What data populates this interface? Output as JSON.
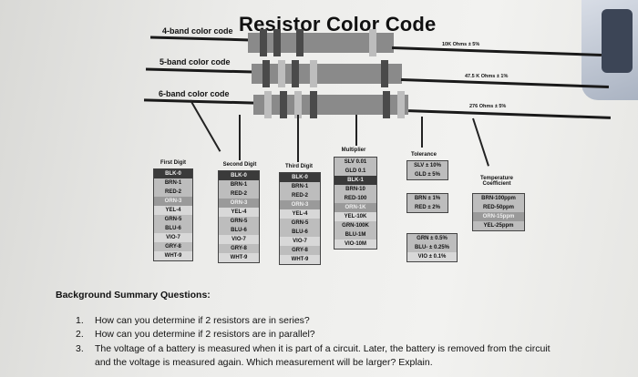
{
  "title": "Resistor Color Code",
  "rows": [
    {
      "label": "4-band color code",
      "value": "10K Ohms ± 5%"
    },
    {
      "label": "5-band color code",
      "value": "47.5 K Ohms ± 1%"
    },
    {
      "label": "6-band color code",
      "value": "276 Ohms ± 5%"
    }
  ],
  "columns": {
    "first_digit": {
      "header": "First Digit",
      "cells": [
        "BLK-0",
        "BRN-1",
        "RED-2",
        "ORN-3",
        "YEL-4",
        "GRN-5",
        "BLU-6",
        "VIO-7",
        "GRY-8",
        "WHT-9"
      ]
    },
    "second_digit": {
      "header": "Second Digit",
      "cells": [
        "BLK-0",
        "BRN-1",
        "RED-2",
        "ORN-3",
        "YEL-4",
        "GRN-5",
        "BLU-6",
        "VIO-7",
        "GRY-8",
        "WHT-9"
      ]
    },
    "third_digit": {
      "header": "Third Digit",
      "cells": [
        "BLK-0",
        "BRN-1",
        "RED-2",
        "ORN-3",
        "YEL-4",
        "GRN-5",
        "BLU-6",
        "VIO-7",
        "GRY-8",
        "WHT-9"
      ]
    },
    "multiplier": {
      "header": "Multiplier",
      "cells": [
        "SLV 0.01",
        "GLD 0.1",
        "BLK-1",
        "BRN-10",
        "RED-100",
        "ORN-1K",
        "YEL-10K",
        "GRN-100K",
        "BLU-1M",
        "VIO-10M"
      ]
    },
    "tolerance": {
      "header": "Tolerance",
      "top_cells": [
        "SLV ± 10%",
        "GLD ± 5%"
      ],
      "mid_cells": [
        "BRN ± 1%",
        "RED ± 2%"
      ],
      "bottom_cells": [
        "GRN ± 0.5%",
        "BLU- ± 0.25%",
        "VIO ± 0.1%"
      ]
    },
    "temperature": {
      "header": "Temperature Coefficient",
      "cells": [
        "BRN-100ppm",
        "RED-50ppm",
        "ORN-15ppm",
        "YEL-25ppm"
      ]
    }
  },
  "questions": {
    "heading": "Background Summary Questions:",
    "items": [
      {
        "num": "1.",
        "text": "How can you determine if 2 resistors are in series?"
      },
      {
        "num": "2.",
        "text": "How can you determine if 2 resistors are in parallel?"
      },
      {
        "num": "3.",
        "text": "The voltage of a battery is measured when it is part of a circuit. Later, the battery is removed from the circuit"
      },
      {
        "num": "",
        "text": "and the voltage is measured again. Which measurement will be larger? Explain."
      }
    ]
  }
}
